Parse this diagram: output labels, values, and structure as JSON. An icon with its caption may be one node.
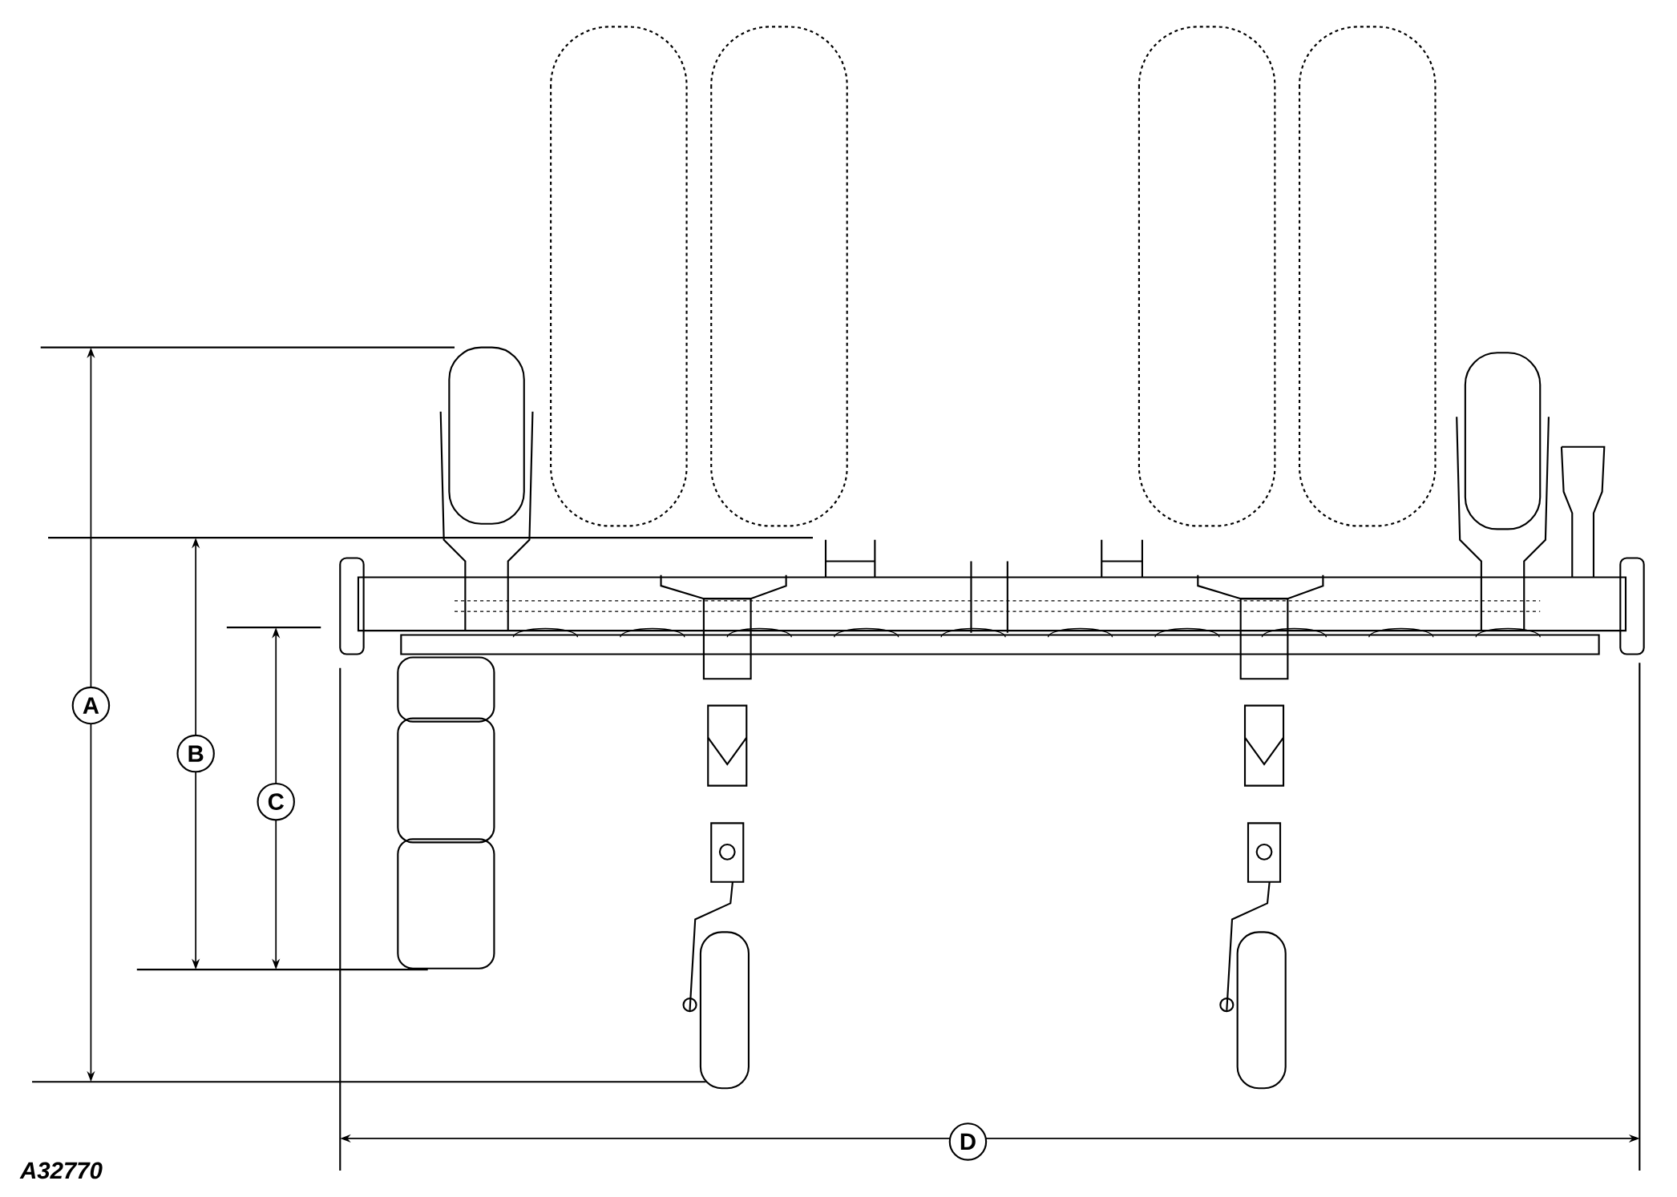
{
  "diagram": {
    "labels": [
      "A",
      "B",
      "C",
      "D",
      "A32770"
    ]
  }
}
